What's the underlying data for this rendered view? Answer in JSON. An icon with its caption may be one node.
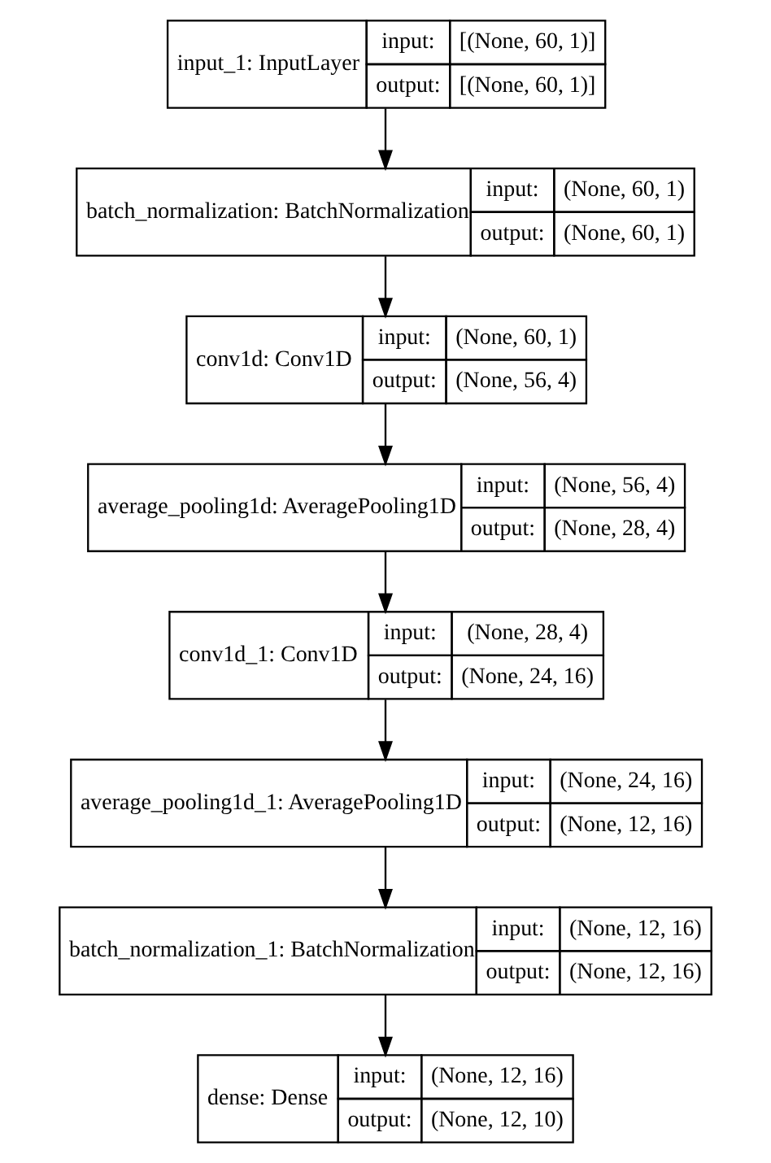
{
  "diagram": {
    "nodes": [
      {
        "text": [
          "input_1: InputLayer",
          "input:",
          "[(None, 60, 1)]",
          "output:",
          "[(None, 60, 1)]"
        ]
      },
      {
        "text": [
          "batch_normalization: BatchNormalization",
          "input:",
          "(None, 60, 1)",
          "output:",
          "(None, 60, 1)"
        ]
      },
      {
        "text": [
          "conv1d: Conv1D",
          "input:",
          "(None, 60, 1)",
          "output:",
          "(None, 56, 4)"
        ]
      },
      {
        "text": [
          "average_pooling1d: AveragePooling1D",
          "input:",
          "(None, 56, 4)",
          "output:",
          "(None, 28, 4)"
        ]
      },
      {
        "text": [
          "conv1d_1: Conv1D",
          "input:",
          "(None, 28, 4)",
          "output:",
          "(None, 24, 16)"
        ]
      },
      {
        "text": [
          "average_pooling1d_1: AveragePooling1D",
          "input:",
          "(None, 24, 16)",
          "output:",
          "(None, 12, 16)"
        ]
      },
      {
        "text": [
          "batch_normalization_1: BatchNormalization",
          "input:",
          "(None, 12, 16)",
          "output:",
          "(None, 12, 16)"
        ]
      },
      {
        "text": [
          "dense: Dense",
          "input:",
          "(None, 12, 16)",
          "output:",
          "(None, 12, 10)"
        ]
      }
    ],
    "edges": [
      {
        "from": 0,
        "to": 1,
        "arrow": "to"
      },
      {
        "from": 1,
        "to": 2,
        "arrow": "to"
      },
      {
        "from": 2,
        "to": 3,
        "arrow": "to"
      },
      {
        "from": 3,
        "to": 4,
        "arrow": "to"
      },
      {
        "from": 4,
        "to": 5,
        "arrow": "to"
      },
      {
        "from": 5,
        "to": 6,
        "arrow": "to"
      },
      {
        "from": 6,
        "to": 7,
        "arrow": "to"
      }
    ]
  }
}
